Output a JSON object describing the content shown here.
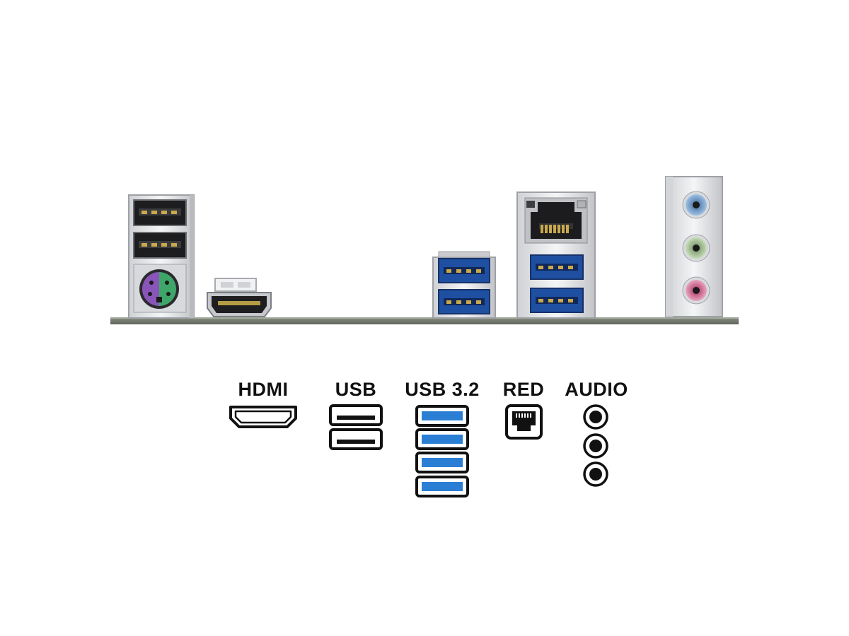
{
  "legend": {
    "hdmi_label": "HDMI",
    "usb_label": "USB",
    "usb32_label": "USB 3.2",
    "red_label": "RED",
    "audio_label": "AUDIO"
  },
  "colors": {
    "usb32_blue": "#2a7fd4",
    "usb32_port_blue": "#1f4fa0",
    "board_edge": "#6e7468",
    "bracket_metal": "#e9eaec",
    "ps2_mouse": "#8a55b8",
    "ps2_keyboard": "#3fa66a",
    "audio_line_in": "#7aa8d8",
    "audio_line_out": "#a9c79a",
    "audio_mic": "#d67a9e"
  },
  "icons": {
    "hdmi": "hdmi-port-icon",
    "usb": "usb-port-icon",
    "usb32": "usb32-port-icon",
    "red": "ethernet-port-icon",
    "audio": "audio-jack-icon"
  },
  "counts": {
    "hdmi_icons": 1,
    "usb_icons": 2,
    "usb32_icons": 4,
    "red_icons": 1,
    "audio_icons": 3
  }
}
